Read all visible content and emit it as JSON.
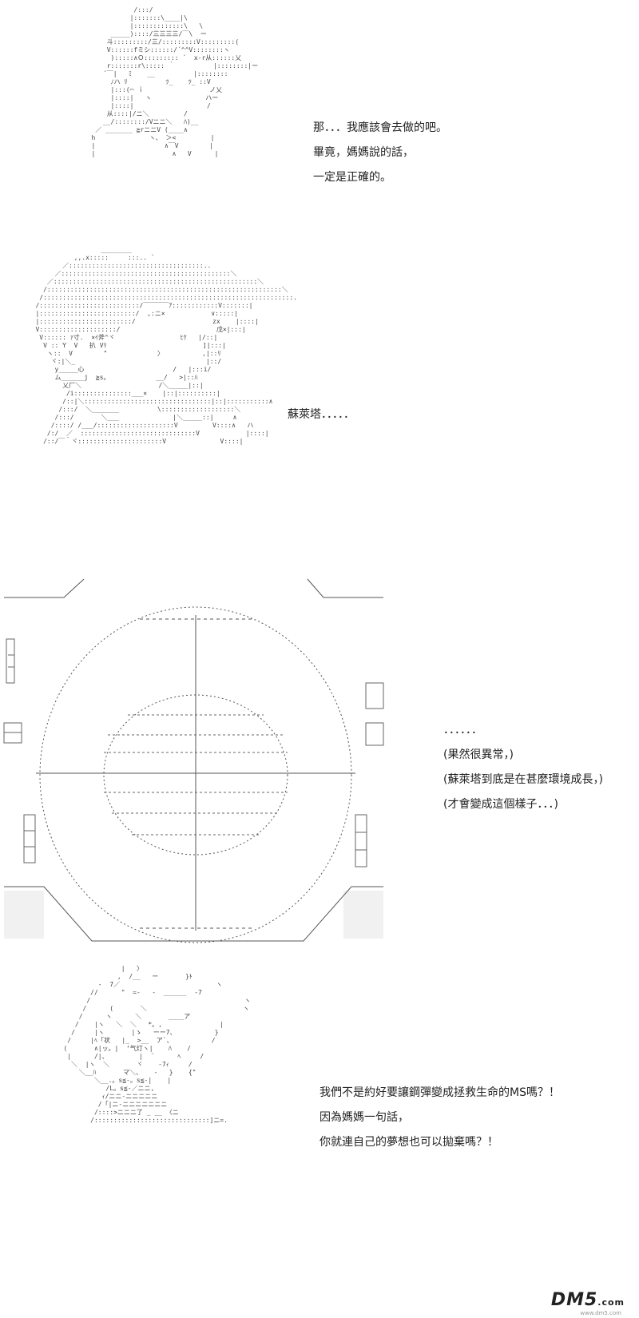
{
  "panels": [
    {
      "id": "panel-1",
      "dialogue": [
        "那．．．我應該會去做的吧。",
        "畢竟，媽媽說的話，",
        "一定是正確的。"
      ]
    },
    {
      "id": "panel-2",
      "dialogue": [
        "蘇萊塔．．．．．"
      ]
    },
    {
      "id": "panel-3",
      "dialogue": [
        "．．．．．．",
        "(果然很異常，)",
        "(蘇萊塔到底是在甚麼環境成長，)",
        "(才會變成這個樣子．．．)"
      ]
    },
    {
      "id": "panel-4",
      "dialogue": [
        "我們不是約好要讓鋼彈變成拯救生命的MS嗎？！",
        "因為媽媽一句話，",
        "你就連自己的夢想也可以拋棄嗎？！"
      ]
    }
  ],
  "watermark": {
    "logo": "DM5",
    "suffix": ".com",
    "sub": "www.dm5.com"
  },
  "colors": {
    "ink": "#222222",
    "art": "#444444",
    "background": "#ffffff"
  }
}
